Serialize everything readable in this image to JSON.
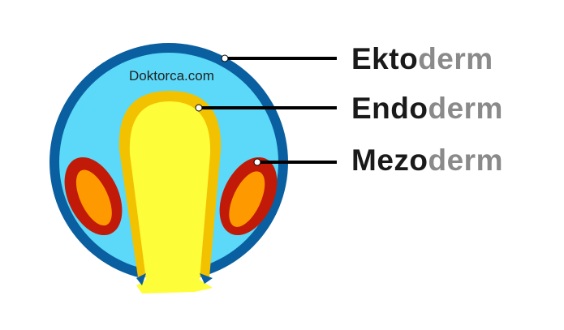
{
  "watermark": "Doktorca.com",
  "labels": [
    {
      "bold": "Ekto",
      "suffix": "derm"
    },
    {
      "bold": "Endo",
      "suffix": "derm"
    },
    {
      "bold": "Mezo",
      "suffix": "derm"
    }
  ],
  "colors": {
    "ectoderm": "#0a5fa0",
    "blastocoel": "#5cd8f8",
    "endoderm": "#f2c200",
    "archenteron": "#fdfd3a",
    "mesoderm": "#c21a08",
    "mesoderm_inner": "#ff9900"
  }
}
